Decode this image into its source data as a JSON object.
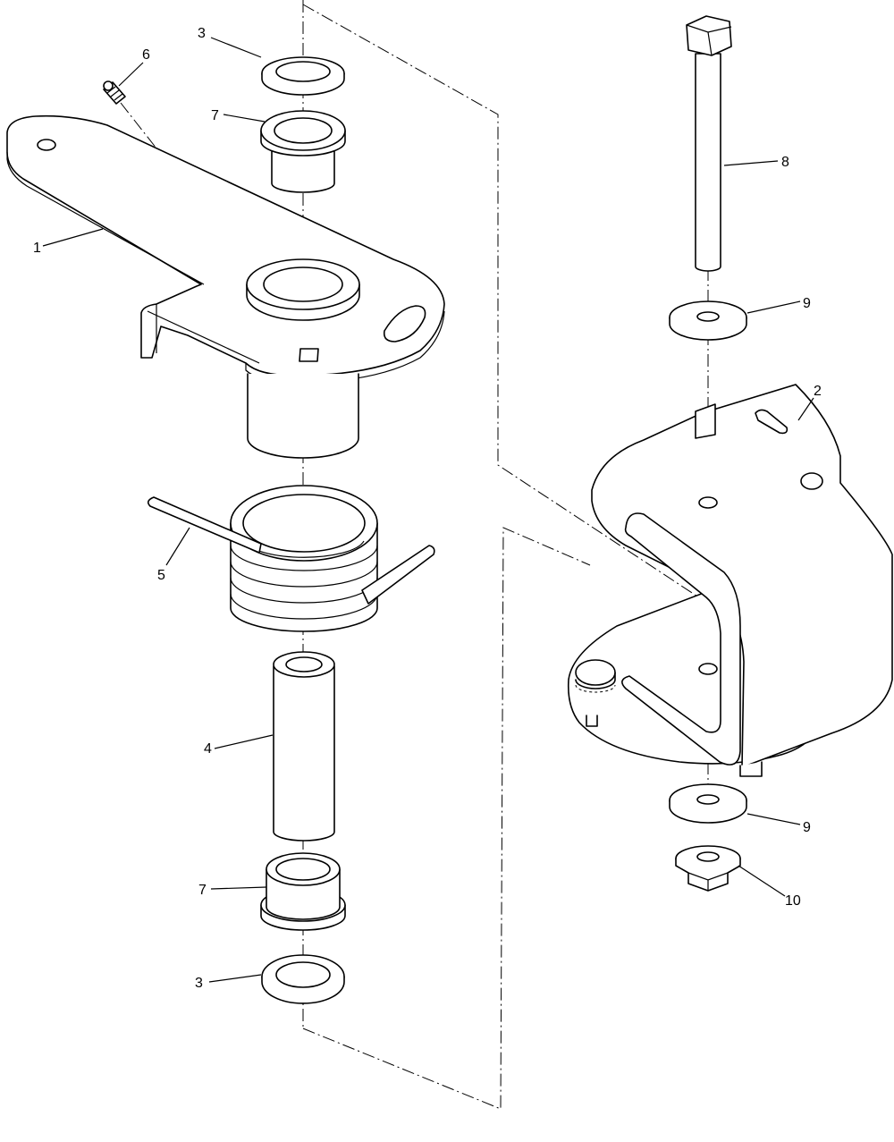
{
  "callouts": {
    "c1": "1",
    "c2": "2",
    "c3_top": "3",
    "c3_bottom": "3",
    "c4": "4",
    "c5": "5",
    "c6": "6",
    "c7_top": "7",
    "c7_bottom": "7",
    "c8": "8",
    "c9_top": "9",
    "c9_bottom": "9",
    "c10": "10"
  }
}
